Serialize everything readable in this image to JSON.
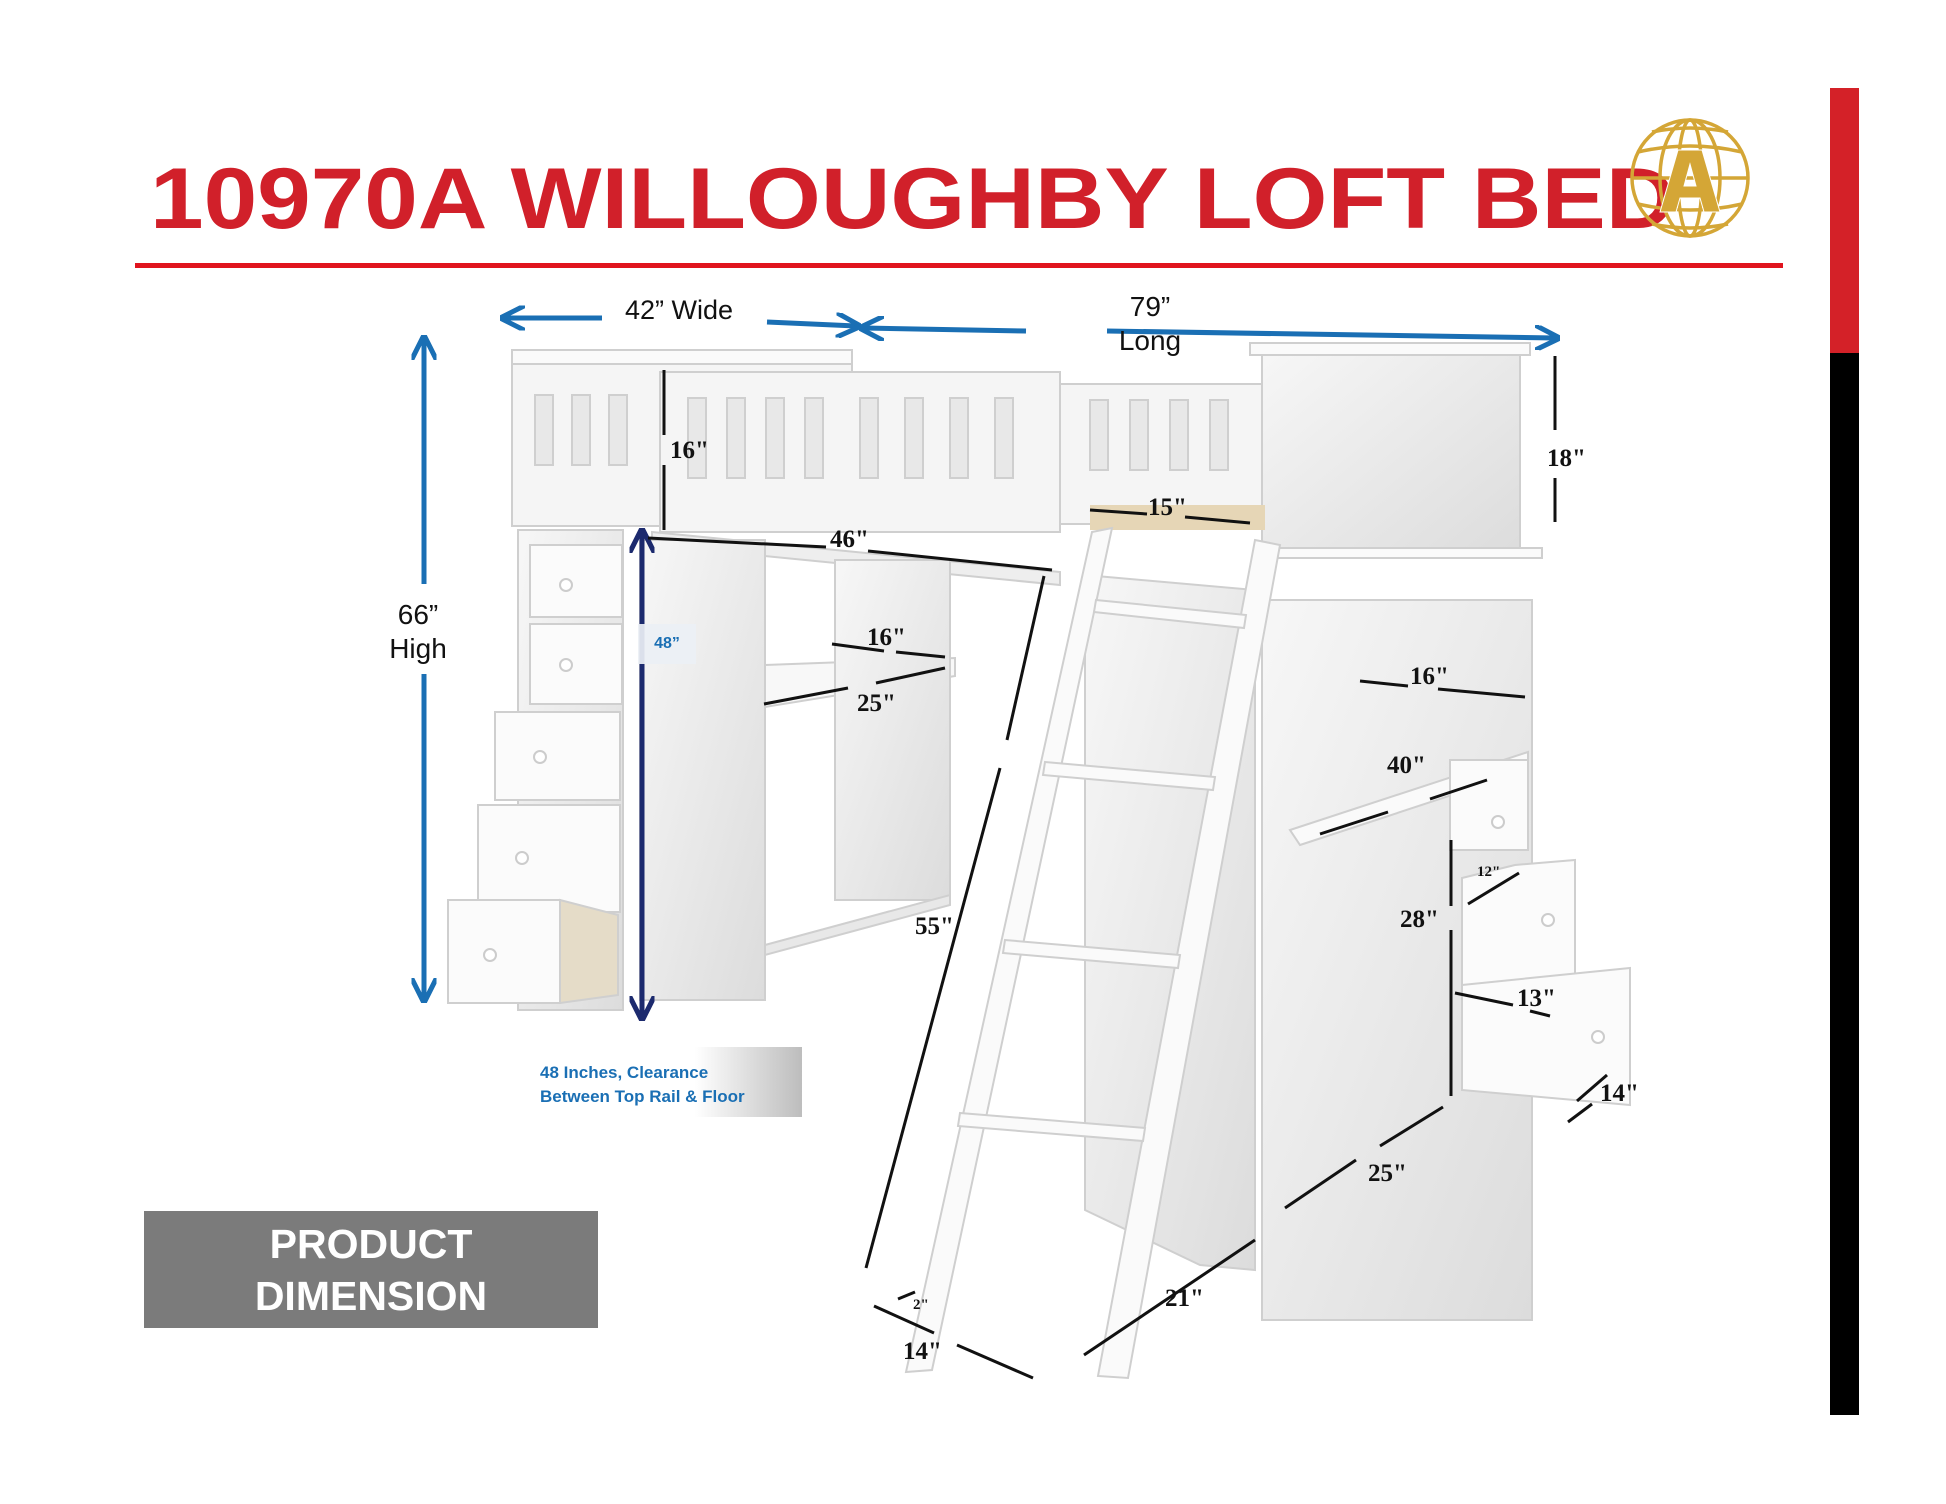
{
  "header": {
    "title": "10970A WILLOUGHBY LOFT BED",
    "logo": {
      "icon": "globe-a-logo-icon",
      "letter": "A",
      "color": "#d4a636"
    }
  },
  "colors": {
    "title_red": "#d1202a",
    "rule_red": "#e0141e",
    "bar_red": "#d42128",
    "bar_black": "#000000",
    "arrow_blue": "#1a6fb4",
    "arrow_navy": "#1c2a6e",
    "box_gray": "#7b7b7b"
  },
  "overall_dimensions": {
    "width": {
      "value": "42”",
      "label": "Wide"
    },
    "length": {
      "value": "79”",
      "label": "Long"
    },
    "height": {
      "value": "66”",
      "label": "High"
    },
    "clearance": {
      "value": "48”"
    }
  },
  "clearance_note": {
    "line1": "48 Inches, Clearance",
    "line2": "Between  Top Rail & Floor"
  },
  "part_dimensions": {
    "guardrail_height": "16\"",
    "headboard_height": "18\"",
    "ladder_top_width": "15\"",
    "bed_rail_length": "46\"",
    "left_desk_depth": "16\"",
    "left_desk_width": "25\"",
    "ladder_length": "55\"",
    "right_desk_depth": "16\"",
    "right_desk_width": "40\"",
    "right_desk_height": "28\"",
    "drawer_top_depth": "12\"",
    "drawer_bottom_depth": "13\"",
    "drawer_front_width": "14\"",
    "base_depth": "25\"",
    "ladder_base_depth": "21\"",
    "ladder_width": "14\"",
    "ladder_rail_thickness": "2\""
  },
  "badge": {
    "line1": "PRODUCT",
    "line2": "DIMENSION"
  }
}
